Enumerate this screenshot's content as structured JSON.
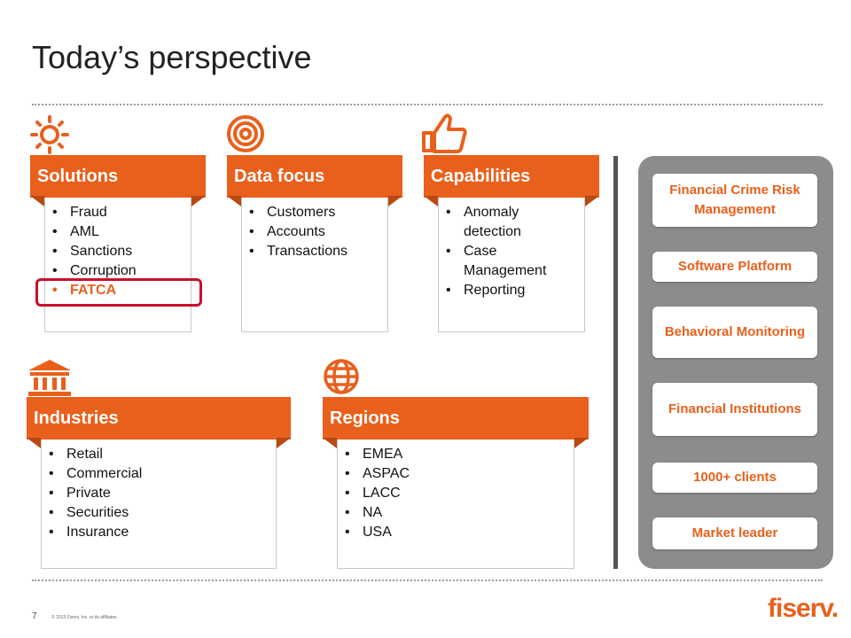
{
  "title": "Today’s perspective",
  "cards": {
    "solutions": {
      "heading": "Solutions",
      "icon": "sun-icon",
      "items": [
        "Fraud",
        "AML",
        "Sanctions",
        "Corruption",
        "FATCA"
      ]
    },
    "data_focus": {
      "heading": "Data focus",
      "icon": "target-icon",
      "items": [
        "Customers",
        "Accounts",
        "Transactions"
      ]
    },
    "capabilities": {
      "heading": "Capabilities",
      "icon": "thumbs-up-icon",
      "items": [
        "Anomaly detection",
        "Case Management",
        "Reporting"
      ]
    },
    "industries": {
      "heading": "Industries",
      "icon": "bank-icon",
      "items": [
        "Retail",
        "Commercial",
        "Private",
        "Securities",
        "Insurance"
      ]
    },
    "regions": {
      "heading": "Regions",
      "icon": "globe-icon",
      "items": [
        "EMEA",
        "ASPAC",
        "LACC",
        "NA",
        "USA"
      ]
    }
  },
  "highlighted_item": "FATCA",
  "panel": {
    "items": [
      "Financial Crime Risk Management",
      "Software Platform",
      "Behavioral Monitoring",
      "Financial Institutions",
      "1000+ clients",
      "Market leader"
    ]
  },
  "footer": {
    "page_number": "7",
    "copyright": "© 2013 Fiserv, Inc. or its affiliates.",
    "logo_text": "fiserv."
  },
  "colors": {
    "accent": "#e8601c",
    "accent_dark": "#b84a12",
    "highlight_border": "#c8102e",
    "panel_bg": "#8c8c8c"
  }
}
